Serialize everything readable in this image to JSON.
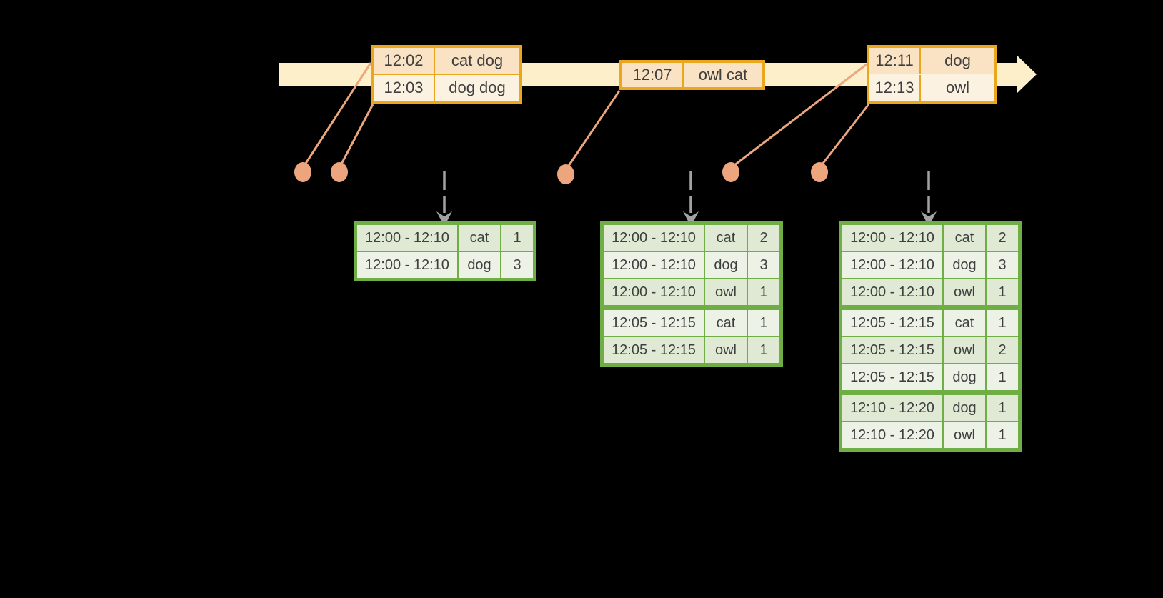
{
  "diagram": {
    "colors": {
      "background": "#000000",
      "timeline_band": "#fcefc9",
      "event_table_border": "#eaa71e",
      "event_row_dark": "#fae3c4",
      "event_row_light": "#fcf2e2",
      "event_dot": "#eca57c",
      "trigger_arrow": "#a2a2a2",
      "result_table_border": "#6fad45",
      "result_row_dark": "#dfe9d3",
      "result_row_light": "#edf2e7",
      "text": "#3f3f3f"
    },
    "event_tables": [
      {
        "rows": [
          {
            "time": "12:02",
            "words": "cat dog"
          },
          {
            "time": "12:03",
            "words": "dog dog"
          }
        ]
      },
      {
        "rows": [
          {
            "time": "12:07",
            "words": "owl cat"
          }
        ]
      },
      {
        "rows": [
          {
            "time": "12:11",
            "words": "dog"
          },
          {
            "time": "12:13",
            "words": "owl"
          }
        ]
      }
    ],
    "result_tables": [
      {
        "group_breaks": [],
        "rows": [
          {
            "window": "12:00 - 12:10",
            "word": "cat",
            "count": "1"
          },
          {
            "window": "12:00 - 12:10",
            "word": "dog",
            "count": "3"
          }
        ]
      },
      {
        "group_breaks": [
          3
        ],
        "rows": [
          {
            "window": "12:00 - 12:10",
            "word": "cat",
            "count": "2"
          },
          {
            "window": "12:00 - 12:10",
            "word": "dog",
            "count": "3"
          },
          {
            "window": "12:00 - 12:10",
            "word": "owl",
            "count": "1"
          },
          {
            "window": "12:05 - 12:15",
            "word": "cat",
            "count": "1"
          },
          {
            "window": "12:05 - 12:15",
            "word": "owl",
            "count": "1"
          }
        ]
      },
      {
        "group_breaks": [
          3,
          6
        ],
        "rows": [
          {
            "window": "12:00 - 12:10",
            "word": "cat",
            "count": "2"
          },
          {
            "window": "12:00 - 12:10",
            "word": "dog",
            "count": "3"
          },
          {
            "window": "12:00 - 12:10",
            "word": "owl",
            "count": "1"
          },
          {
            "window": "12:05 - 12:15",
            "word": "cat",
            "count": "1"
          },
          {
            "window": "12:05 - 12:15",
            "word": "owl",
            "count": "2"
          },
          {
            "window": "12:05 - 12:15",
            "word": "dog",
            "count": "1"
          },
          {
            "window": "12:10 - 12:20",
            "word": "dog",
            "count": "1"
          },
          {
            "window": "12:10 - 12:20",
            "word": "owl",
            "count": "1"
          }
        ]
      }
    ]
  }
}
